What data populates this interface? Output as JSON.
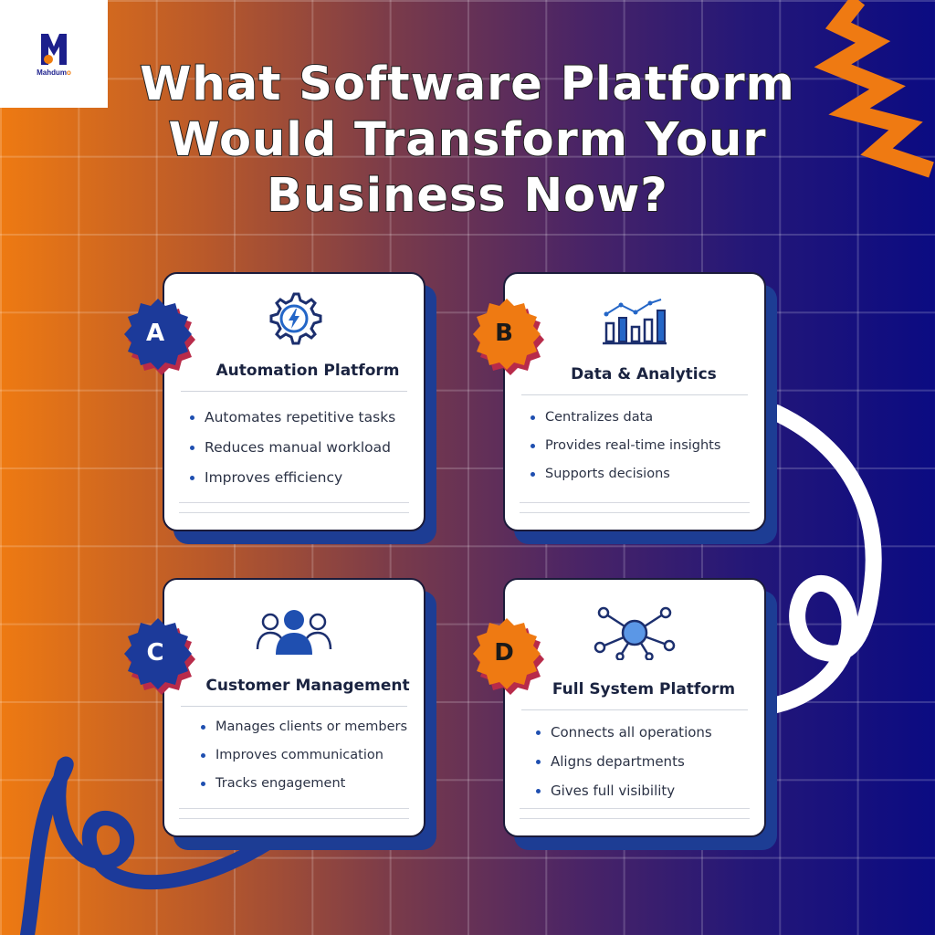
{
  "brand": {
    "name": "Mahdum",
    "name_accent": "o",
    "colors": {
      "primary": "#1c1f8c",
      "accent": "#ef7d10"
    }
  },
  "title_lines": [
    "What Software Platform",
    "Would Transform Your",
    "Business Now?"
  ],
  "cards": [
    {
      "letter": "A",
      "icon": "gear-lightning-icon",
      "title": "Automation Platform",
      "bullets": [
        "Automates repetitive tasks",
        "Reduces manual workload",
        "Improves efficiency"
      ]
    },
    {
      "letter": "B",
      "icon": "bar-chart-icon",
      "title": "Data & Analytics",
      "bullets": [
        "Centralizes data",
        "Provides real-time insights",
        "Supports decisions"
      ]
    },
    {
      "letter": "C",
      "icon": "users-icon",
      "title": "Customer Management",
      "bullets": [
        "Manages clients or members",
        "Improves communication",
        "Tracks engagement"
      ]
    },
    {
      "letter": "D",
      "icon": "network-nodes-icon",
      "title": "Full System Platform",
      "bullets": [
        "Connects all operations",
        "Aligns departments",
        "Gives full visibility"
      ]
    }
  ],
  "colors": {
    "badge_blue": "#1c3a9a",
    "badge_orange": "#ef7a12",
    "badge_shadow": "#b82b4a",
    "card_shadow": "#1d3d94"
  }
}
